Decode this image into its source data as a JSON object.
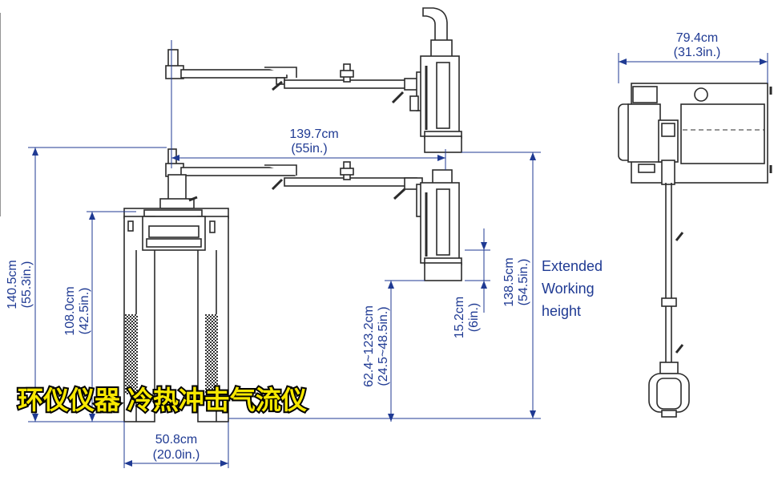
{
  "dimensions": {
    "reach_cm": "139.7cm",
    "reach_in": "(55in.)",
    "depth_cm": "79.4cm",
    "depth_in": "(31.3in.)",
    "height_cm": "140.5cm",
    "height_in": "(55.3in.)",
    "base_height_cm": "108.0cm",
    "base_height_in": "(42.5in.)",
    "range_cm": "62.4~123.2cm",
    "range_in": "(24.5~48.5in.)",
    "head_cm": "15.2cm",
    "head_in": "(6in.)",
    "extended_cm": "138.5cm",
    "extended_in": "(54.5in.)",
    "width_cm": "50.8cm",
    "width_in": "(20.0in.)"
  },
  "note": {
    "line1": "Extended",
    "line2": "Working",
    "line3": "height"
  },
  "banner": "环仪仪器 冷热冲击气流仪",
  "colors": {
    "dimension": "#1f3a93",
    "drawing": "#2b2b2b",
    "banner_fill": "#f7e800"
  }
}
